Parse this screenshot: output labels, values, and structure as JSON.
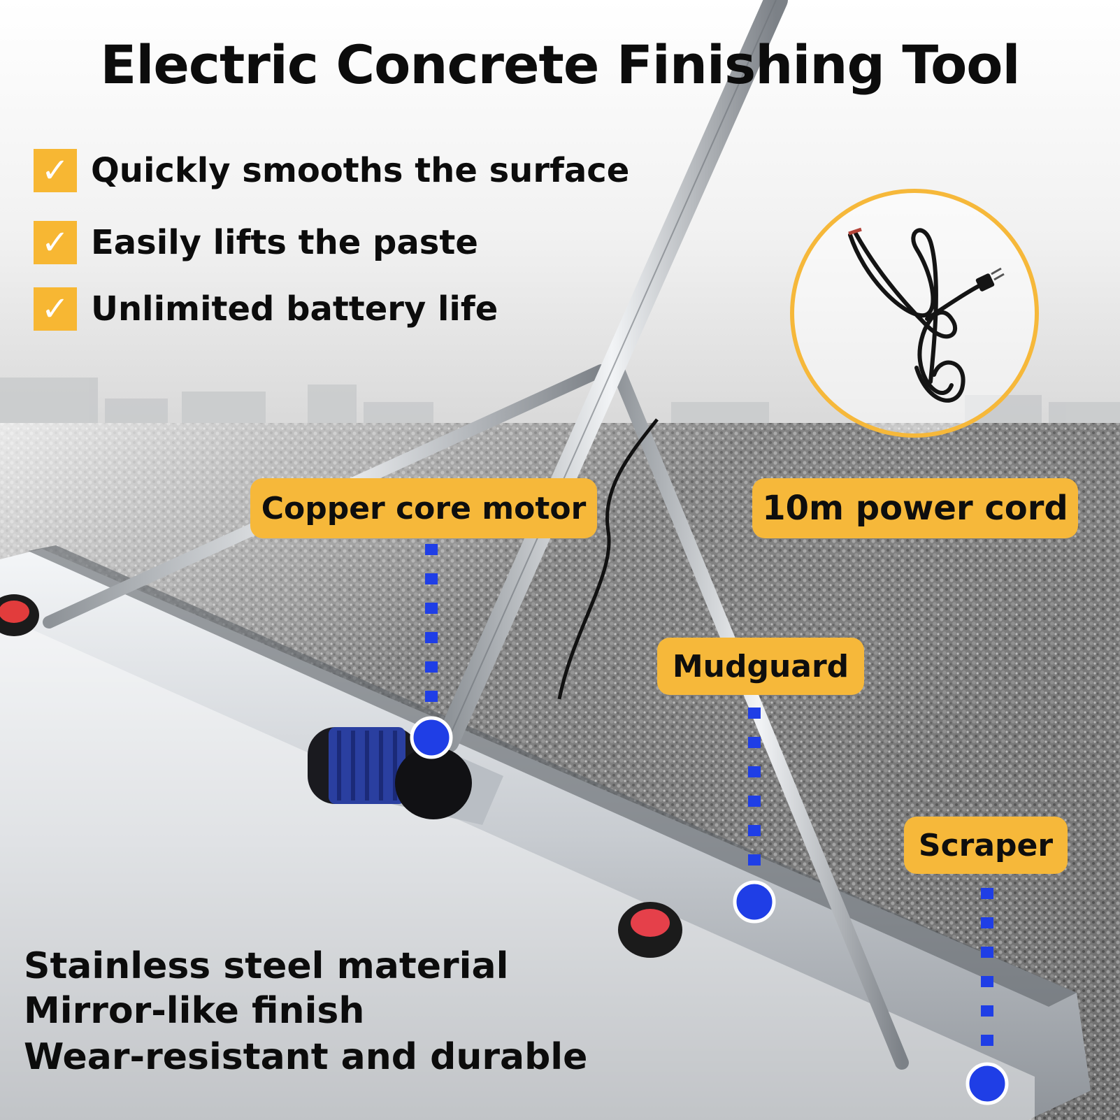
{
  "title": "Electric Concrete Finishing Tool",
  "features": [
    "Quickly smooths the surface",
    "Easily lifts the paste",
    "Unlimited battery life"
  ],
  "labels": {
    "motor": "Copper core motor",
    "cord": "10m power cord",
    "mudguard": "Mudguard",
    "scraper": "Scraper"
  },
  "bottom_lines": [
    "Stainless steel material",
    "Mirror-like finish",
    "Wear-resistant and durable"
  ],
  "colors": {
    "accent": "#f6b83a",
    "dot": "#1f3ee6",
    "text": "#0c0c0c"
  },
  "icons": {
    "check": "check-icon",
    "cord": "power-cord-icon"
  }
}
